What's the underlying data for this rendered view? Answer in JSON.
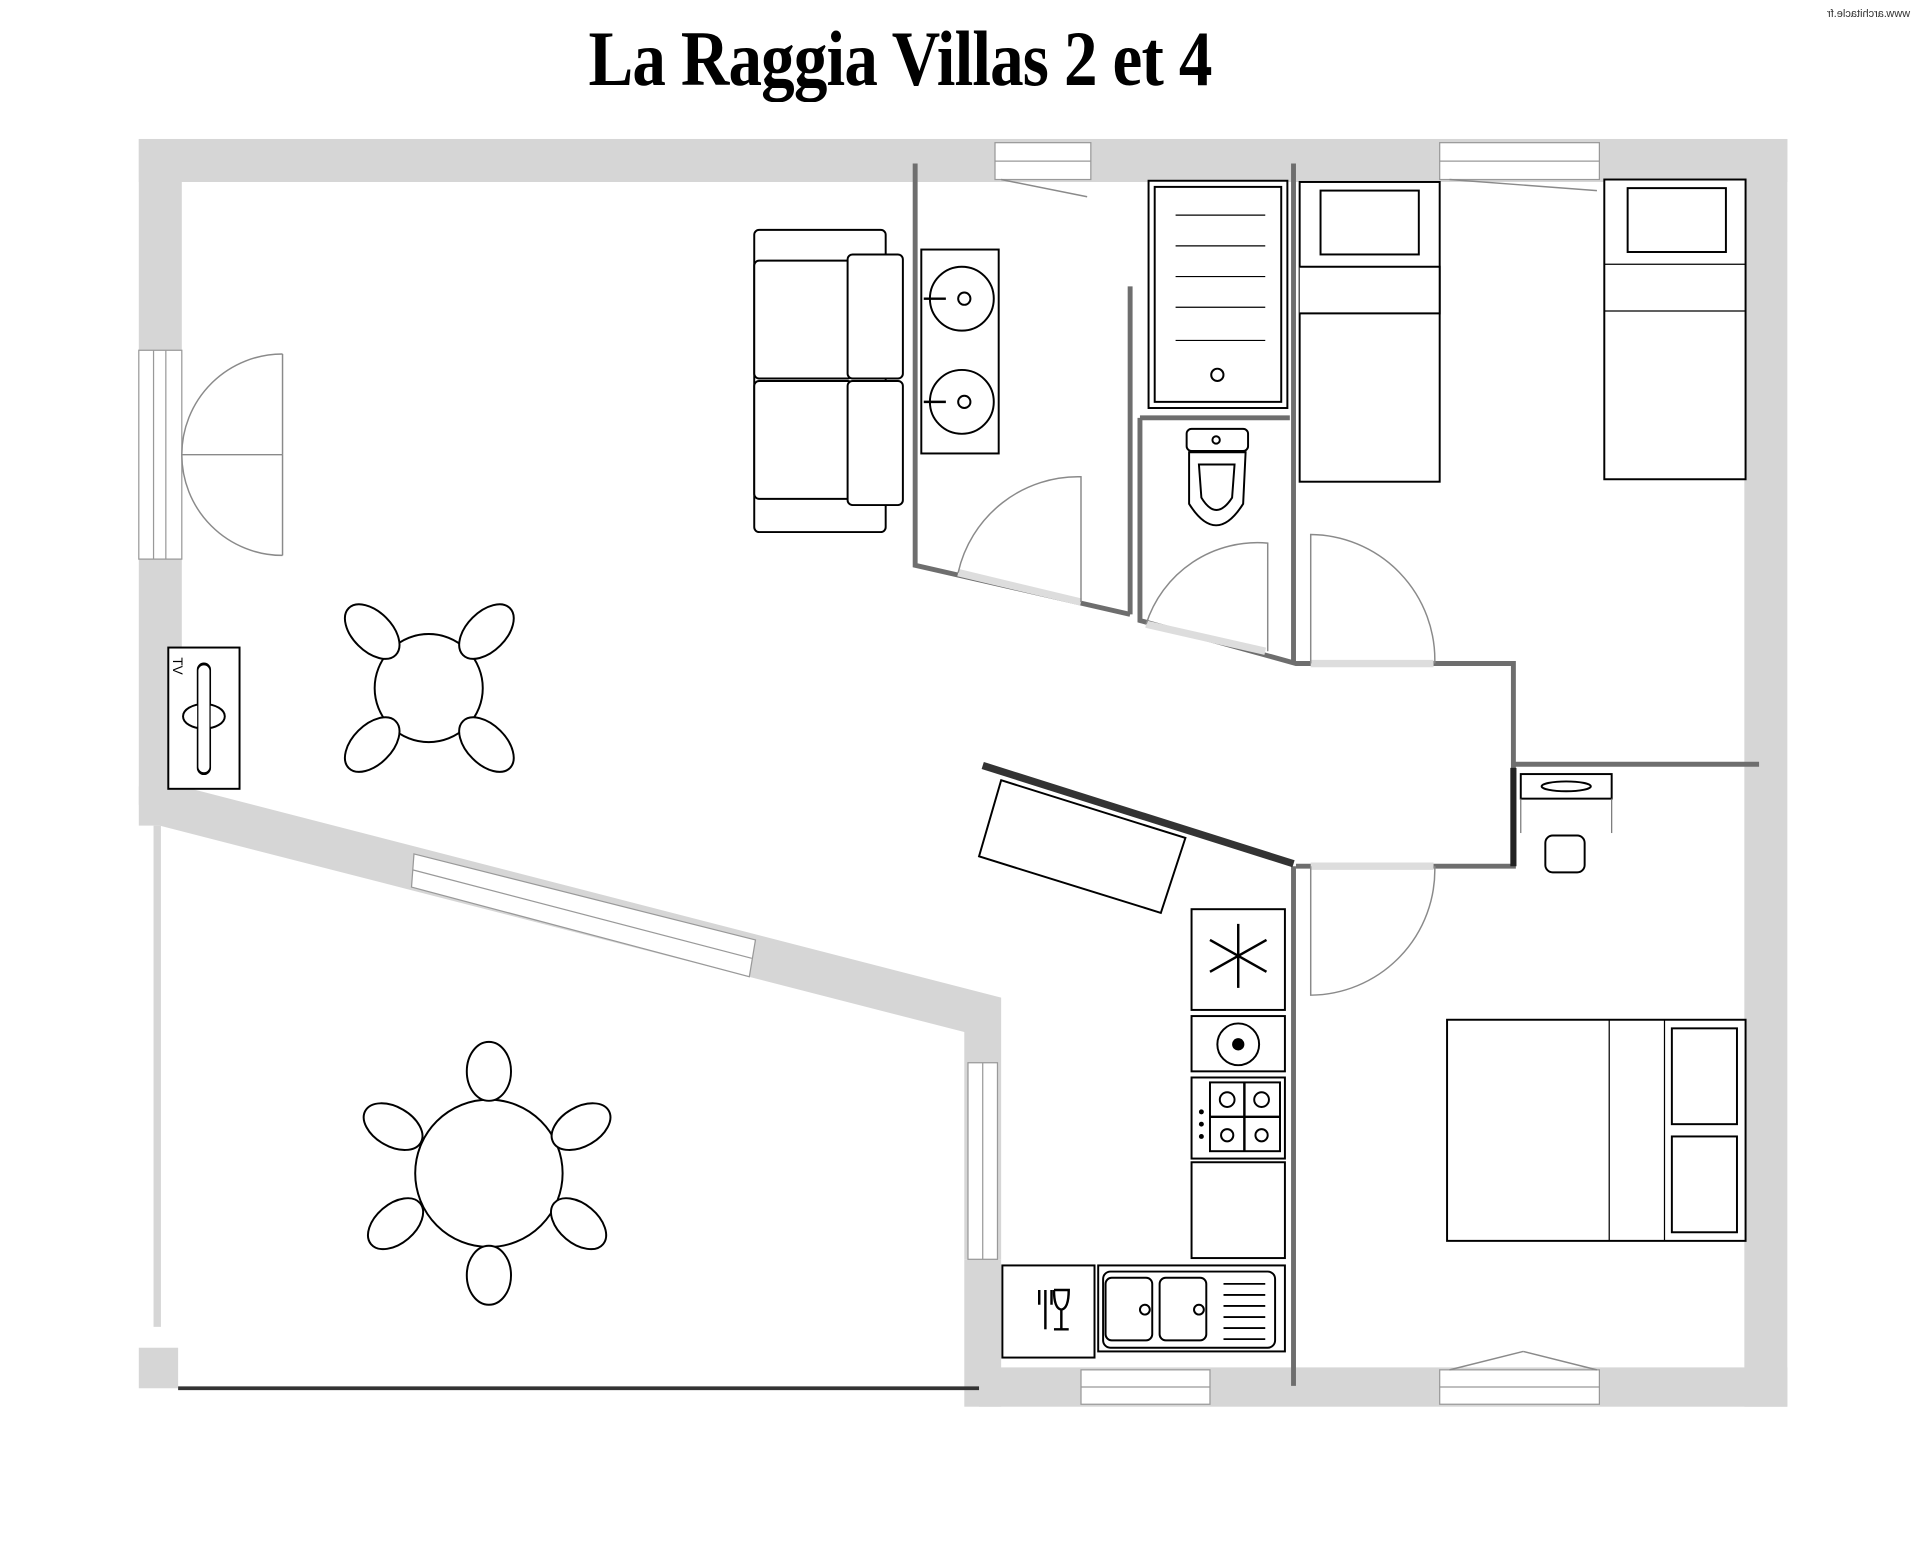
{
  "title": "La Raggia Villas 2 et 4",
  "watermark": "www.architacle.fr",
  "tv_label": "TV",
  "colors": {
    "wall": "#d6d6d6",
    "interior_wall": "#6e6e6e",
    "furniture_stroke": "#000000"
  }
}
